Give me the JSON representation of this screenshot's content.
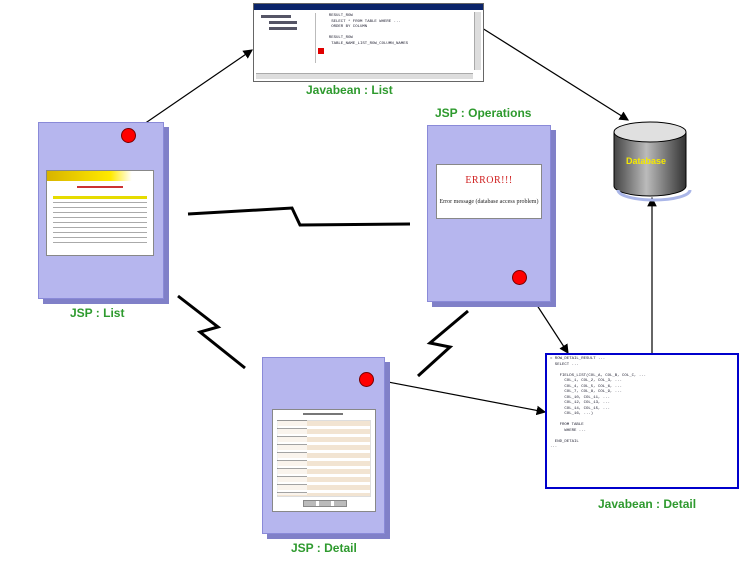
{
  "labels": {
    "jsp_list": "JSP : List",
    "jsp_operations": "JSP : Operations",
    "jsp_detail": "JSP : Detail",
    "javabean_list": "Javabean : List",
    "javabean_detail": "Javabean : Detail",
    "database": "Database"
  },
  "operations_page": {
    "error_title": "ERROR!!!",
    "error_message": "Error message (database access problem)"
  },
  "colors": {
    "caption_green": "#2e9a2e",
    "page_fill": "#b6b6ee",
    "connector_red": "#ff0000",
    "database_label": "#f5e900",
    "detail_box_border": "#0000cc"
  }
}
